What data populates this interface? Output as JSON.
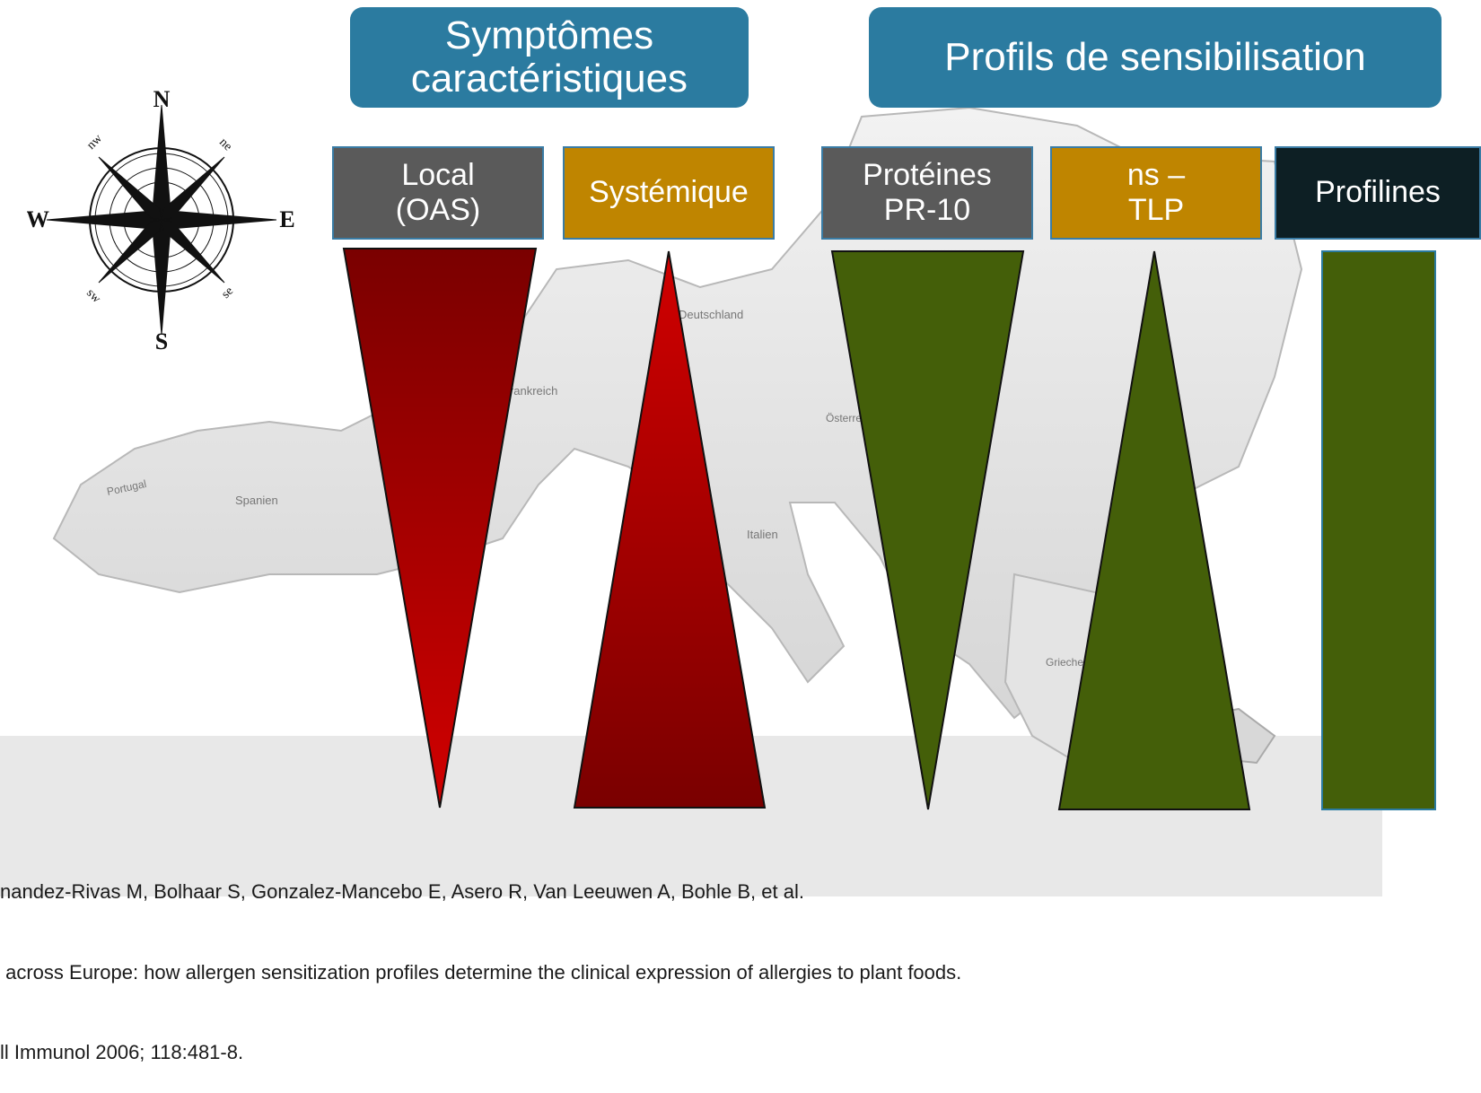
{
  "headers": {
    "symptoms": "Symptômes\ncaractéristiques",
    "profiles": "Profils de sensibilisation"
  },
  "labels": {
    "local": "Local\n(OAS)",
    "systemic": "Systémique",
    "pr10": "Protéines\nPR-10",
    "nstlp": "ns –\nTLP",
    "profilins": "Profilines"
  },
  "map_labels": {
    "germany": "Deutschland",
    "france": "Frankreich",
    "spain": "Spanien",
    "italy": "Italien",
    "portugal": "Portugal",
    "austria": "Österreich",
    "greece": "Griechenland"
  },
  "compass": {
    "n": "N",
    "s": "S",
    "e": "E",
    "w": "W",
    "nw": "nw",
    "ne": "ne",
    "sw": "sw",
    "se": "se"
  },
  "citation": {
    "line1": "nandez-Rivas M, Bolhaar S, Gonzalez-Mancebo E, Asero R, Van Leeuwen A, Bohle B, et al.",
    "line2": " across Europe: how allergen sensitization profiles determine the clinical expression of allergies to plant foods.",
    "line3": "ll Immunol 2006; 118:481-8."
  },
  "colors": {
    "header_blue": "#2b7ba0",
    "box_gray": "#5a5a5a",
    "box_gold": "#bf8500",
    "box_dark": "#0d1f24",
    "red_dark": "#7a0000",
    "red_bright": "#d10000",
    "green": "#445f09"
  }
}
